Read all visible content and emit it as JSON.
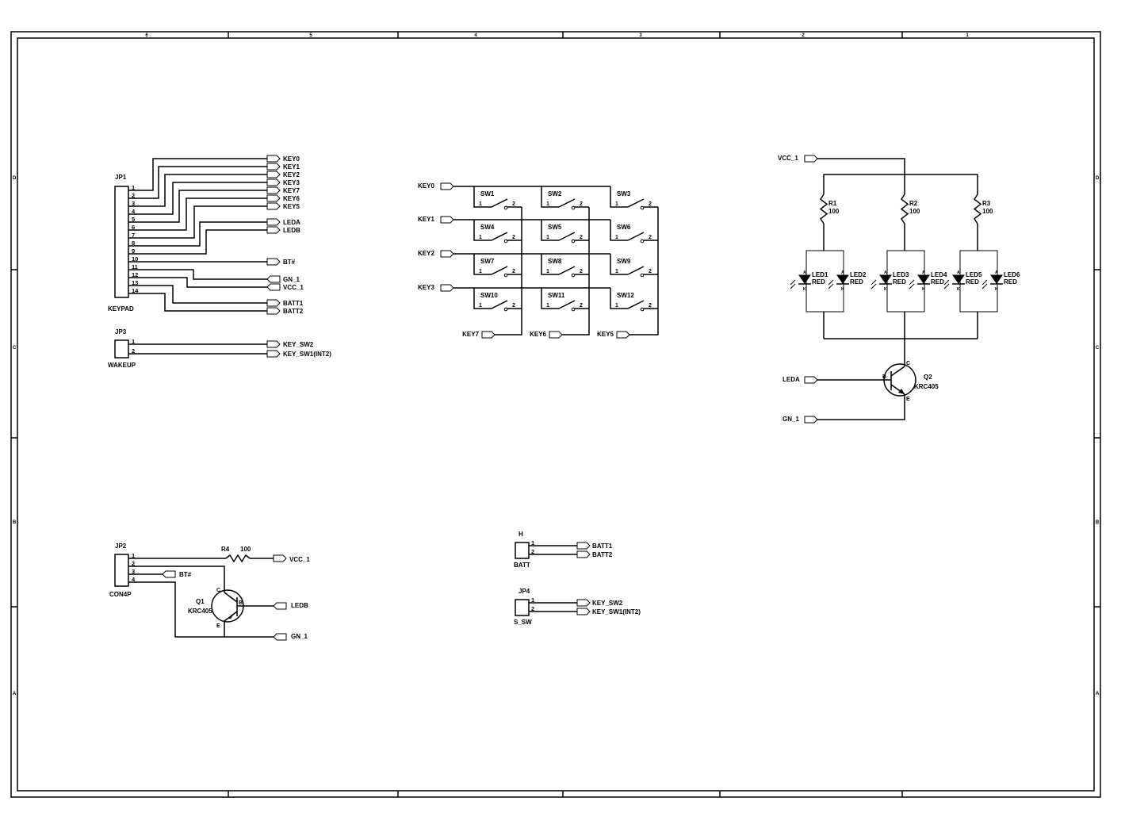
{
  "frame": {
    "columns": [
      "6",
      "5",
      "4",
      "3",
      "2",
      "1"
    ],
    "rows": [
      "D",
      "C",
      "B",
      "A"
    ]
  },
  "jp1": {
    "ref": "JP1",
    "value": "KEYPAD",
    "pins": [
      "1",
      "2",
      "3",
      "4",
      "5",
      "6",
      "7",
      "8",
      "9",
      "10",
      "11",
      "12",
      "13",
      "14"
    ],
    "nets": [
      "KEY0",
      "KEY1",
      "KEY2",
      "KEY3",
      "KEY7",
      "KEY6",
      "KEY5",
      "LEDA",
      "LEDB",
      "BT#",
      "GN_1",
      "VCC_1",
      "BATT1",
      "BATT2"
    ]
  },
  "jp3": {
    "ref": "JP3",
    "value": "WAKEUP",
    "pins": [
      "1",
      "2"
    ],
    "nets": [
      "KEY_SW2",
      "KEY_SW1(INT2)"
    ]
  },
  "matrix": {
    "rows": [
      "KEY0",
      "KEY1",
      "KEY2",
      "KEY3"
    ],
    "cols": [
      "KEY7",
      "KEY6",
      "KEY5"
    ],
    "switches": [
      "SW1",
      "SW2",
      "SW3",
      "SW4",
      "SW5",
      "SW6",
      "SW7",
      "SW8",
      "SW9",
      "SW10",
      "SW11",
      "SW12"
    ],
    "pin1": "1",
    "pin2": "2"
  },
  "led_driver": {
    "vcc": "VCC_1",
    "leda": "LEDA",
    "gnd": "GN_1",
    "resistors": [
      {
        "ref": "R1",
        "value": "100"
      },
      {
        "ref": "R2",
        "value": "100"
      },
      {
        "ref": "R3",
        "value": "100"
      }
    ],
    "leds": [
      {
        "ref": "LED1",
        "value": "RED"
      },
      {
        "ref": "LED2",
        "value": "RED"
      },
      {
        "ref": "LED3",
        "value": "RED"
      },
      {
        "ref": "LED4",
        "value": "RED"
      },
      {
        "ref": "LED5",
        "value": "RED"
      },
      {
        "ref": "LED6",
        "value": "RED"
      }
    ],
    "led_pin_a": "A",
    "led_pin_k": "K",
    "transistor": {
      "ref": "Q2",
      "value": "KRC405",
      "b": "B",
      "c": "C",
      "e": "E"
    }
  },
  "jp2": {
    "ref": "JP2",
    "value": "CON4P",
    "pins": [
      "1",
      "2",
      "3",
      "4"
    ],
    "r4": {
      "ref": "R4",
      "value": "100"
    },
    "vcc": "VCC_1",
    "bt": "BT#",
    "ledb": "LEDB",
    "gnd": "GN_1",
    "transistor": {
      "ref": "Q1",
      "value": "KRC405",
      "b": "B",
      "c": "C",
      "e": "E"
    }
  },
  "batt": {
    "ref": "H",
    "value": "BATT",
    "pins": [
      "1",
      "2"
    ],
    "nets": [
      "BATT1",
      "BATT2"
    ]
  },
  "jp4": {
    "ref": "JP4",
    "value": "S_SW",
    "pins": [
      "1",
      "2"
    ],
    "nets": [
      "KEY_SW2",
      "KEY_SW1(INT2)"
    ]
  }
}
